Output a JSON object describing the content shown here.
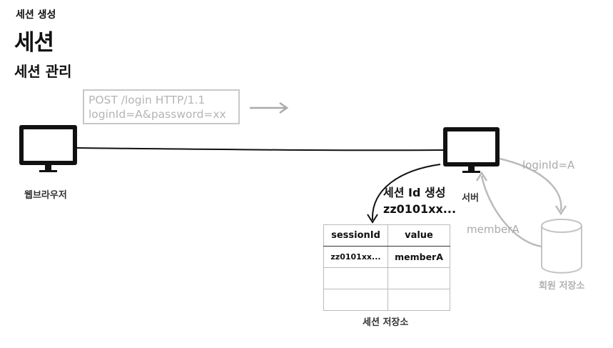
{
  "header": {
    "small_title": "세션 생성",
    "big_title": "세션",
    "subtitle": "세션 관리"
  },
  "request": {
    "line1": "POST /login HTTP/1.1",
    "line2": "loginId=A&password=xx"
  },
  "browser": {
    "label": "웹브라우저"
  },
  "server": {
    "label": "서버"
  },
  "annotations": {
    "session_gen_line1": "세션 Id 생성",
    "session_gen_line2": "zz0101xx...",
    "login_id": "loginId=A",
    "member": "memberA"
  },
  "database": {
    "label": "회원 저장소"
  },
  "session_store": {
    "label": "세션 저장소",
    "headers": [
      "sessionId",
      "value"
    ],
    "rows": [
      [
        "zz0101xx...",
        "memberA"
      ],
      [
        "",
        ""
      ],
      [
        "",
        ""
      ]
    ]
  },
  "colors": {
    "primary": "#111111",
    "faded": "#b5b5b5"
  }
}
